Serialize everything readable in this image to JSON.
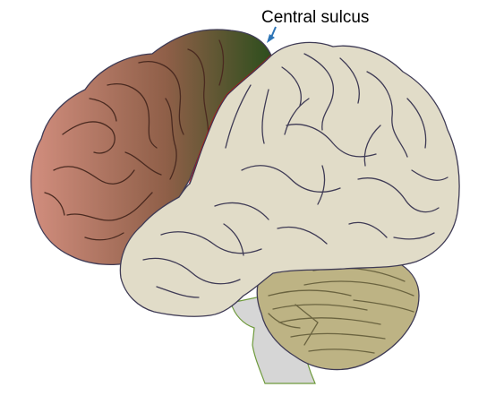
{
  "diagram": {
    "annotation": {
      "label": "Central sulcus"
    },
    "colors": {
      "frontal_front": "#cf8c7c",
      "frontal_mid": "#8f5f48",
      "motor_strip": "#2b4e1c",
      "cortex": "#e1dcc8",
      "cerebellum": "#bdb384",
      "brainstem": "#d6d6d6",
      "central_sulcus_line": "#e60000",
      "outline": "#3f3b55",
      "arrow": "#2e75b6"
    },
    "regions": [
      "frontal-lobe",
      "central-sulcus",
      "cerebral-cortex",
      "temporal-lobe",
      "cerebellum",
      "brainstem"
    ]
  }
}
